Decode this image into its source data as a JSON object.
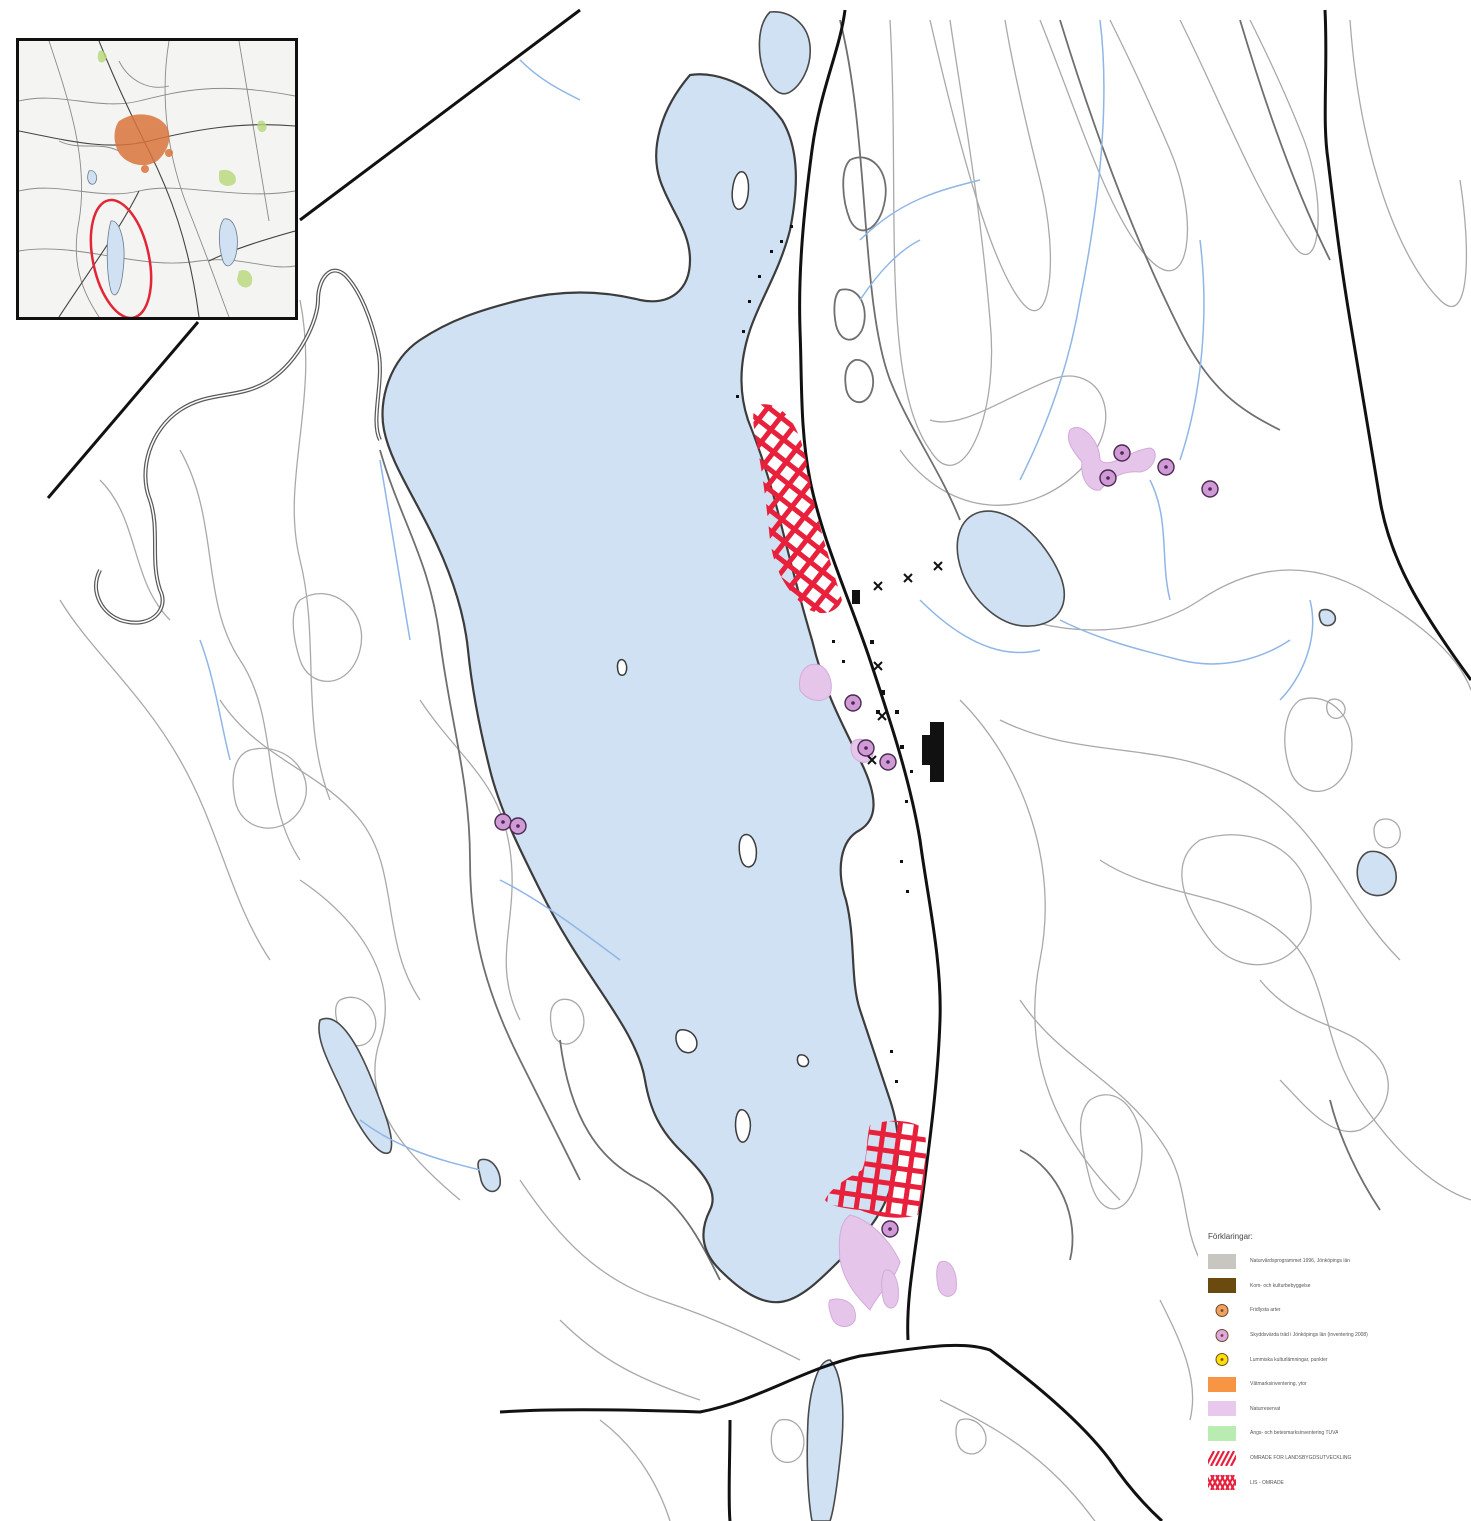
{
  "legend": {
    "title": "Förklaringar:",
    "items": [
      {
        "swatch": "rect",
        "color": "#c8c6c0",
        "label": "Naturvårdsprogrammet 1996, Jönköpings län"
      },
      {
        "swatch": "rect",
        "color": "#6b4a10",
        "label": "Kom- och kulturbebyggelse"
      },
      {
        "swatch": "circle",
        "color": "#f0a060",
        "label": "Fridlysta arter"
      },
      {
        "swatch": "circle",
        "color": "#e0a8e0",
        "label": "Skyddsvärda träd i Jönköpings län (inventering 2008)"
      },
      {
        "swatch": "circle",
        "color": "#ffe000",
        "label": "Lummiska kulturlämningar, punkter"
      },
      {
        "swatch": "rect",
        "color": "#f79545",
        "label": "Våtmarksinventering, ytor"
      },
      {
        "swatch": "rect",
        "color": "#e8c8ec",
        "label": "Naturreservat"
      },
      {
        "swatch": "rect",
        "color": "#b8ecb0",
        "label": "Ängs- och betesmarksinventering TUVA"
      },
      {
        "swatch": "hatch",
        "color": "#e8203c",
        "label": "OMRÅDE FÖR LANDSBYGDSUTVECKLING"
      },
      {
        "swatch": "cross",
        "color": "#e8203c",
        "label": "LIS - OMRÅDE"
      }
    ]
  },
  "colors": {
    "water": "#cfe1f2",
    "water_outline": "#4a4a4a",
    "contour": "#a9a9a9",
    "contour_dark": "#6f6f6f",
    "stream": "#8fb6e6",
    "road": "#111111",
    "lis": "#e8203c",
    "reserve": "#e6c5ea",
    "marker": "#cf9ad6",
    "inset_highlight": "#e32636",
    "inset_urban": "#d9743c"
  },
  "icons": {
    "marker": "nature-point-marker",
    "feature": "x-cross-marker"
  }
}
